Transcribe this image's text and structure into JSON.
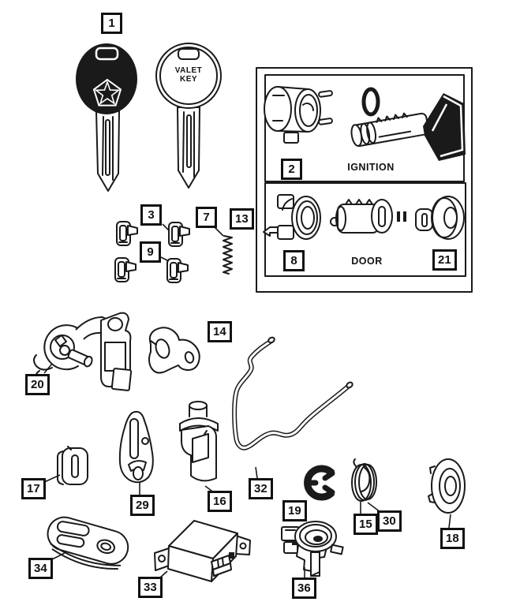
{
  "diagram": {
    "background": "#ffffff",
    "line_color": "#1a1a1a"
  },
  "sections": {
    "ignition": "IGNITION",
    "door": "DOOR"
  },
  "valet_key": {
    "line1": "VALET",
    "line2": "KEY"
  },
  "callouts": [
    {
      "number": "1"
    },
    {
      "number": "2"
    },
    {
      "number": "8"
    },
    {
      "number": "21"
    },
    {
      "number": "3"
    },
    {
      "number": "9"
    },
    {
      "number": "7"
    },
    {
      "number": "13"
    },
    {
      "number": "20"
    },
    {
      "number": "14"
    },
    {
      "number": "32"
    },
    {
      "number": "17"
    },
    {
      "number": "29"
    },
    {
      "number": "16"
    },
    {
      "number": "19"
    },
    {
      "number": "15"
    },
    {
      "number": "30"
    },
    {
      "number": "18"
    },
    {
      "number": "34"
    },
    {
      "number": "33"
    },
    {
      "number": "36"
    }
  ]
}
